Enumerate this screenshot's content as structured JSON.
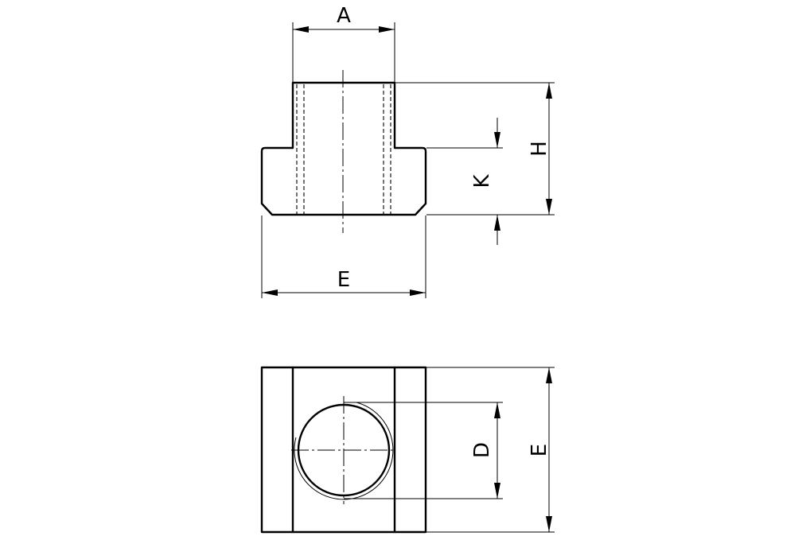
{
  "labels": {
    "A": "A",
    "H": "H",
    "K": "K",
    "E_top": "E",
    "D": "D",
    "E_bottom": "E"
  }
}
